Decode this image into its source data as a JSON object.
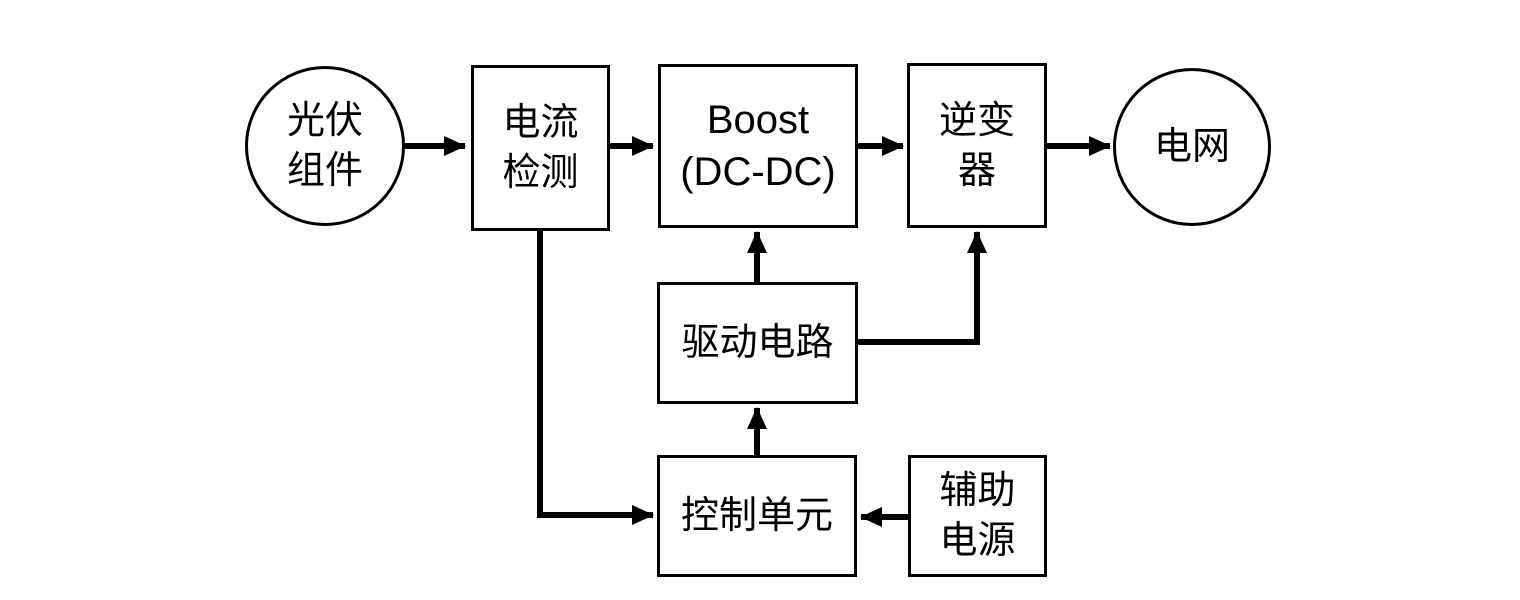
{
  "diagram": {
    "background_color": "#ffffff",
    "stroke_color": "#000000",
    "nodes": {
      "pv_module": {
        "label": "光伏\n组件",
        "shape": "circle"
      },
      "current_sense": {
        "label": "电流\n检测",
        "shape": "rect"
      },
      "boost": {
        "label": "Boost\n(DC-DC)",
        "shape": "rect"
      },
      "inverter": {
        "label": "逆变\n器",
        "shape": "rect"
      },
      "grid": {
        "label": "电网",
        "shape": "circle"
      },
      "driver": {
        "label": "驱动电路",
        "shape": "rect"
      },
      "control": {
        "label": "控制单元",
        "shape": "rect"
      },
      "aux_power": {
        "label": "辅助\n电源",
        "shape": "rect"
      }
    },
    "edges": [
      {
        "from": "pv_module",
        "to": "current_sense"
      },
      {
        "from": "current_sense",
        "to": "boost"
      },
      {
        "from": "boost",
        "to": "inverter"
      },
      {
        "from": "inverter",
        "to": "grid"
      },
      {
        "from": "driver",
        "to": "boost"
      },
      {
        "from": "driver",
        "to": "inverter"
      },
      {
        "from": "control",
        "to": "driver"
      },
      {
        "from": "current_sense",
        "to": "control"
      },
      {
        "from": "aux_power",
        "to": "control"
      }
    ]
  }
}
